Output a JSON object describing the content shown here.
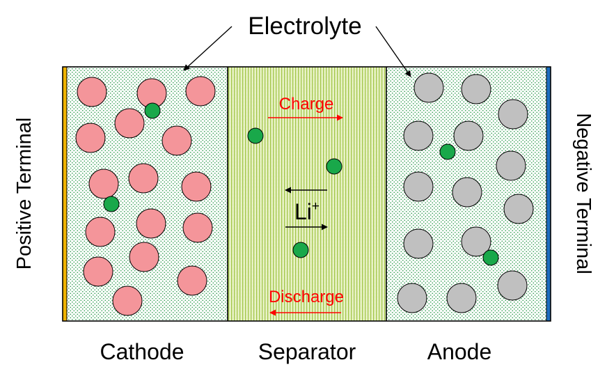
{
  "labels": {
    "electrolyte": "Electrolyte",
    "cathode": "Cathode",
    "separator": "Separator",
    "anode": "Anode",
    "positive_terminal": "Positive Terminal",
    "negative_terminal": "Negative Terminal",
    "charge": "Charge",
    "discharge": "Discharge",
    "ion_base": "Li",
    "ion_charge": "+"
  },
  "colors": {
    "cathode_particle": "#f4959a",
    "anode_particle": "#c0c0c0",
    "lithium_ion": "#19a84a",
    "electrolyte_dots": "#2e9c4e",
    "separator_stripes": "#9cc23c",
    "positive_terminal": "#f0b400",
    "negative_terminal": "#1c6ec0",
    "charge_arrow": "#ff0000",
    "discharge_arrow": "#ff0000"
  }
}
